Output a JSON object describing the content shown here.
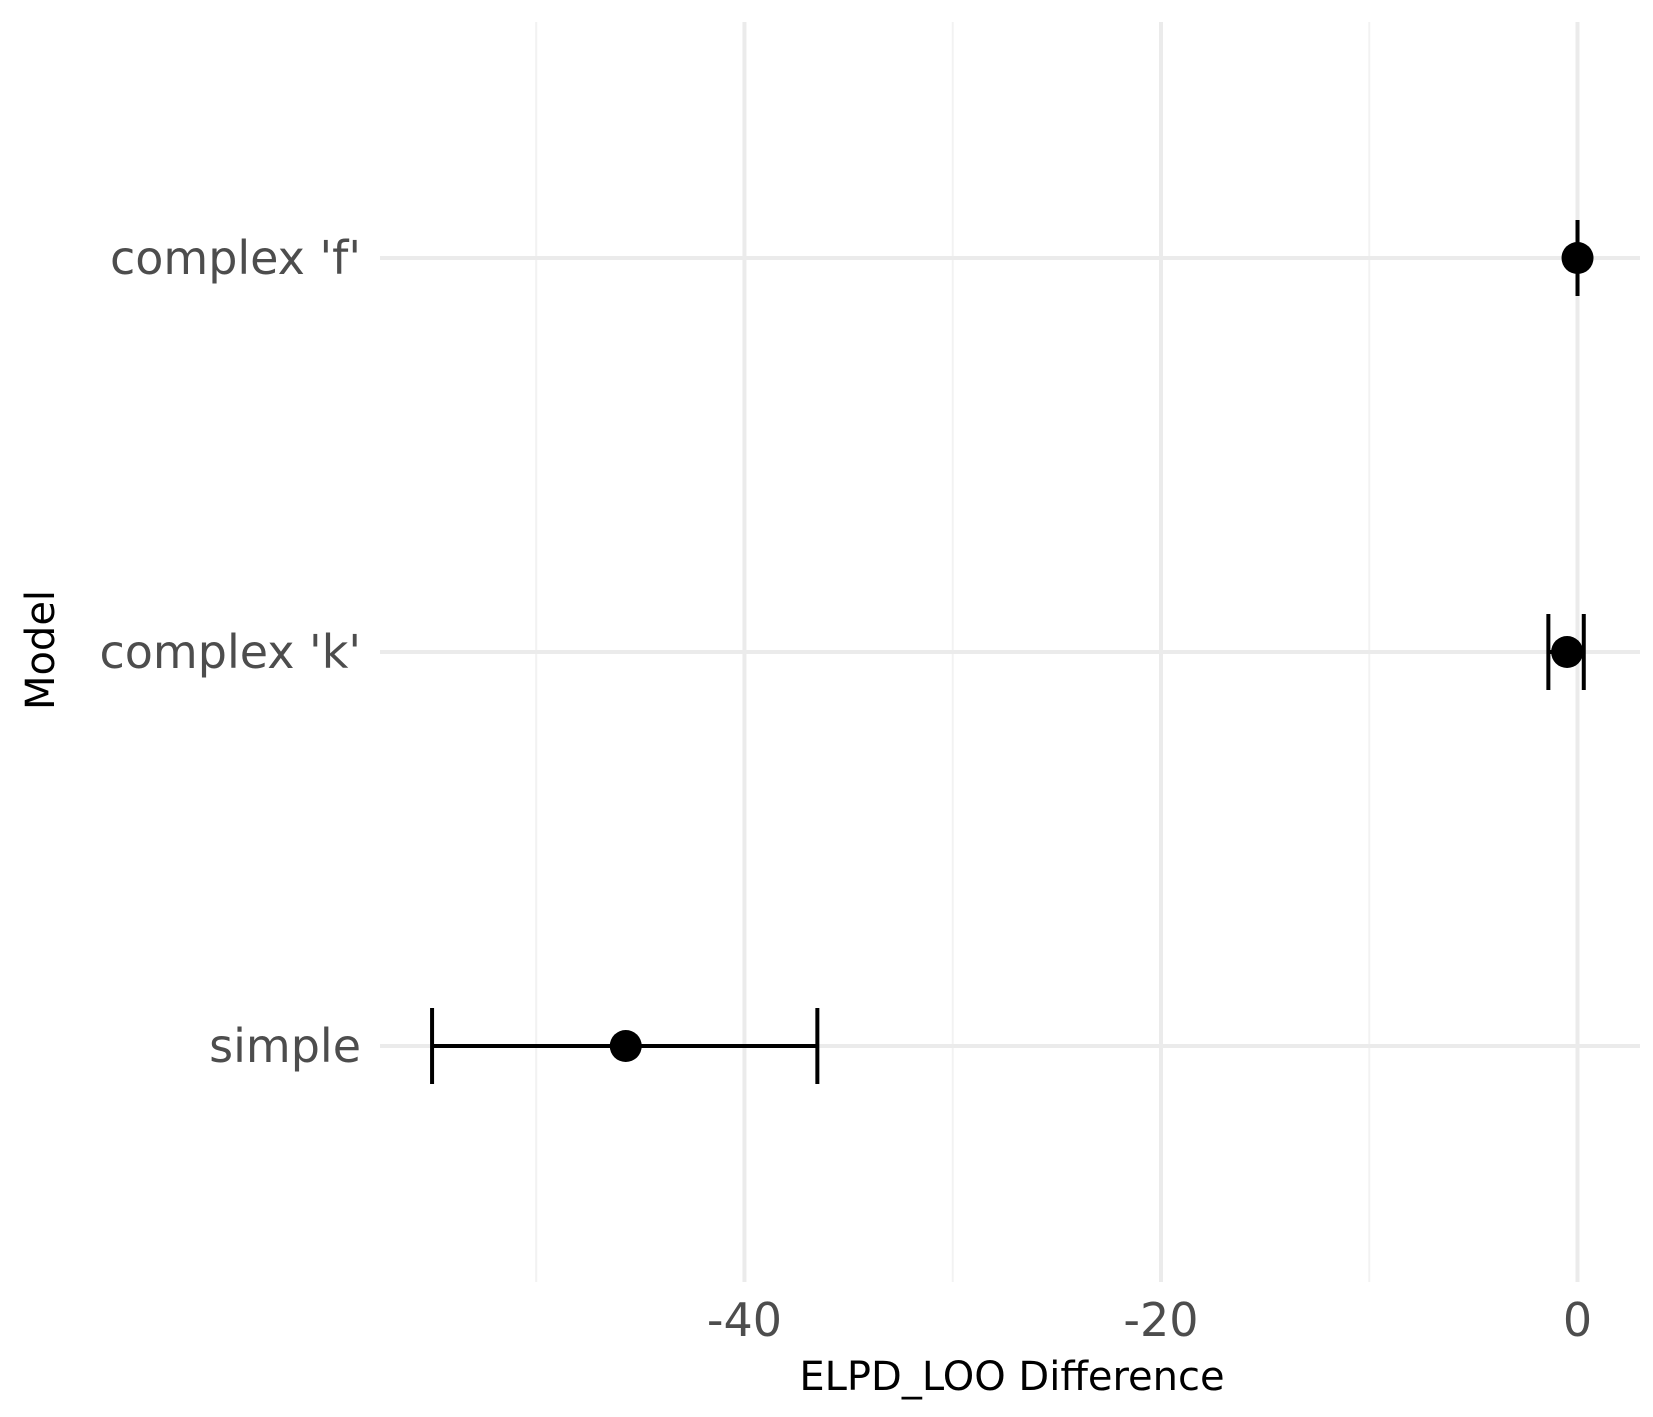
{
  "chart_data": {
    "type": "errorbar",
    "title": "",
    "xlabel": "ELPD_LOO Difference",
    "ylabel": "Model",
    "xlim": [
      -57.5,
      3
    ],
    "x_ticks": [
      -40,
      -20,
      0
    ],
    "x_tick_labels": [
      "-40",
      "-20",
      "0"
    ],
    "x_minor_ticks": [
      -50,
      -30,
      -10
    ],
    "categories": [
      "complex 'f'",
      "complex 'k'",
      "simple"
    ],
    "points": [
      {
        "model": "complex 'f'",
        "estimate": 0.0,
        "lower": 0.0,
        "upper": 0.0
      },
      {
        "model": "complex 'k'",
        "estimate": -0.5,
        "lower": -1.4,
        "upper": 0.3
      },
      {
        "model": "simple",
        "estimate": -45.7,
        "lower": -55.0,
        "upper": -36.5
      }
    ],
    "grid": true,
    "legend": "none",
    "colors": {
      "point": "#000000",
      "grid_major": "#ebebeb",
      "grid_minor": "#f2f2f2",
      "tick_text": "#4d4d4d"
    }
  }
}
